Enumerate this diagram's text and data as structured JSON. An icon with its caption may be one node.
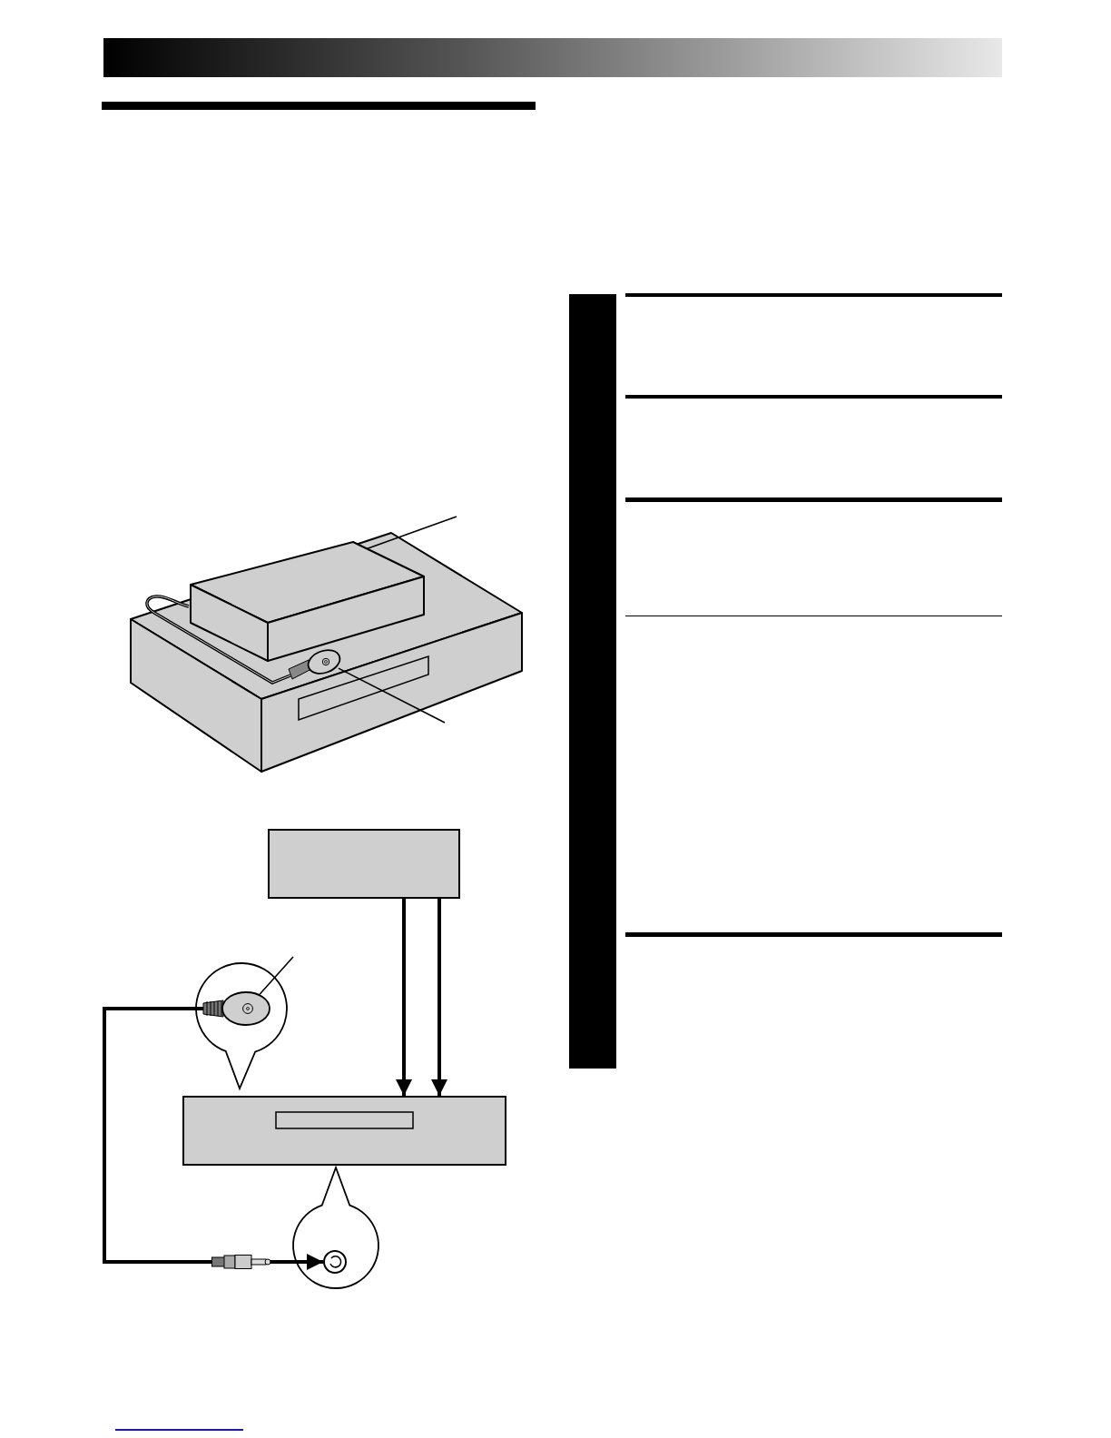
{
  "diagram": {
    "nodes": [
      {
        "text": [],
        "shape": "box"
      },
      {
        "text": [],
        "shape": "oval"
      },
      {
        "text": [],
        "shape": "box"
      },
      {
        "text": [],
        "shape": "box"
      },
      {
        "text": [],
        "shape": "circle"
      },
      {
        "text": [],
        "shape": "oval",
        "in": 4
      },
      {
        "text": [],
        "shape": "circle"
      },
      {
        "text": [],
        "shape": "circle",
        "in": 6
      },
      {
        "text": [],
        "shape": "bar"
      }
    ],
    "edges": [
      {
        "from": null,
        "to": 0,
        "arrow": "none"
      },
      {
        "from": null,
        "to": 1,
        "arrow": "none"
      },
      {
        "from": 2,
        "to": 3,
        "arrow": "to",
        "style": "thick"
      },
      {
        "from": 2,
        "to": 3,
        "arrow": "to",
        "style": "thick"
      },
      {
        "from": null,
        "to": 5,
        "arrow": "none"
      },
      {
        "from": 5,
        "to": 7,
        "arrow": "to",
        "style": "thick"
      }
    ]
  }
}
